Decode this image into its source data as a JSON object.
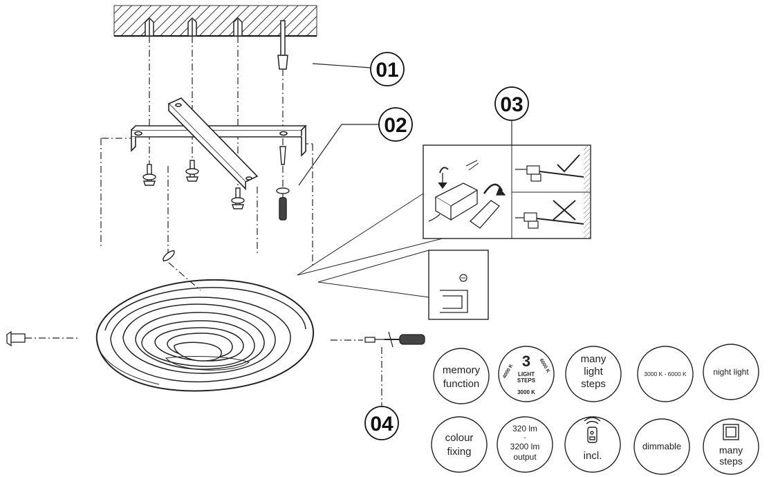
{
  "callouts": {
    "c01": "01",
    "c02": "02",
    "c03": "03",
    "c04": "04"
  },
  "icons": {
    "memory_function": {
      "line1": "memory",
      "line2": "function"
    },
    "light_steps_3": {
      "number": "3",
      "line1": "LIGHT",
      "line2": "STEPS",
      "left": "4000 K",
      "right": "6000 K",
      "bottom": "3000 K"
    },
    "many_light_steps": {
      "line1": "many",
      "line2": "light",
      "line3": "steps"
    },
    "cct_range": {
      "text": "3000 K - 6000 K"
    },
    "night_light": {
      "text": "night light"
    },
    "colour_fixing": {
      "line1": "colour",
      "line2": "fixing"
    },
    "lumen_output": {
      "line1": "320 lm",
      "line2": "-",
      "line3": "3200 lm",
      "line4": "output"
    },
    "remote_incl": {
      "text": "incl."
    },
    "dimmable": {
      "text": "dimmable"
    },
    "many_steps": {
      "line1": "many",
      "line2": "steps"
    }
  }
}
